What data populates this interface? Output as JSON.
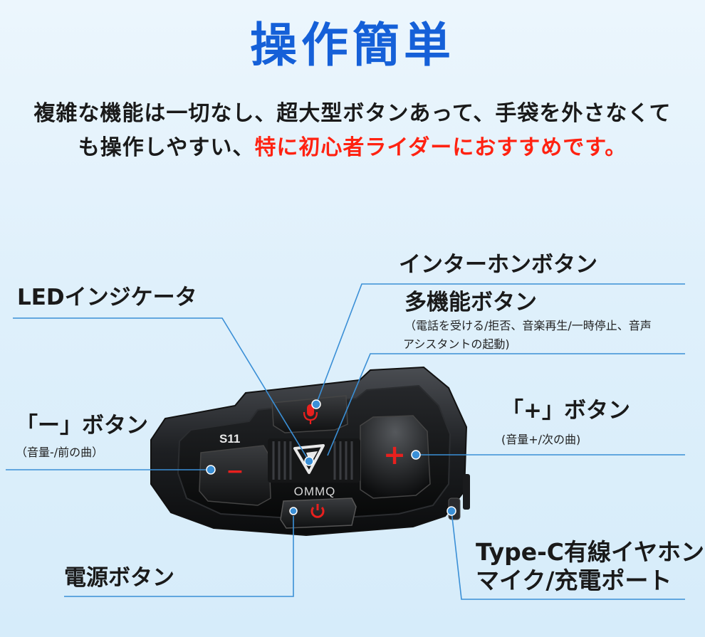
{
  "heading": "操作簡単",
  "description": {
    "line1": "複雑な機能は一切なし、超大型ボタンあって、手袋を外さなくて",
    "line2_plain": "も操作しやすい、",
    "line2_highlight": "特に初心者ライダーにおすすめです。"
  },
  "labels": {
    "intercom": "インターホンボタン",
    "led": "LEDインジケータ",
    "multi": "多機能ボタン",
    "multi_desc_1": "（電話を受ける/拒否、音楽再生/一時停止、音声",
    "multi_desc_2": "アシスタントの起動)",
    "minus": "「ー」ボタン",
    "minus_desc": "（音量-/前の曲）",
    "plus": "「+」ボタン",
    "plus_desc": "(音量+/次の曲)",
    "typec_1": "Type-C有線イヤホン",
    "typec_2": "マイク/充電ポート",
    "power": "電源ボタン"
  },
  "device": {
    "model": "S11",
    "brand": "OMMQ",
    "minus_symbol": "−",
    "plus_symbol": "+"
  },
  "colors": {
    "heading": "#1560d8",
    "highlight": "#ff2211",
    "leader_line": "#3a8fd6",
    "button_red": "#e8201e"
  }
}
